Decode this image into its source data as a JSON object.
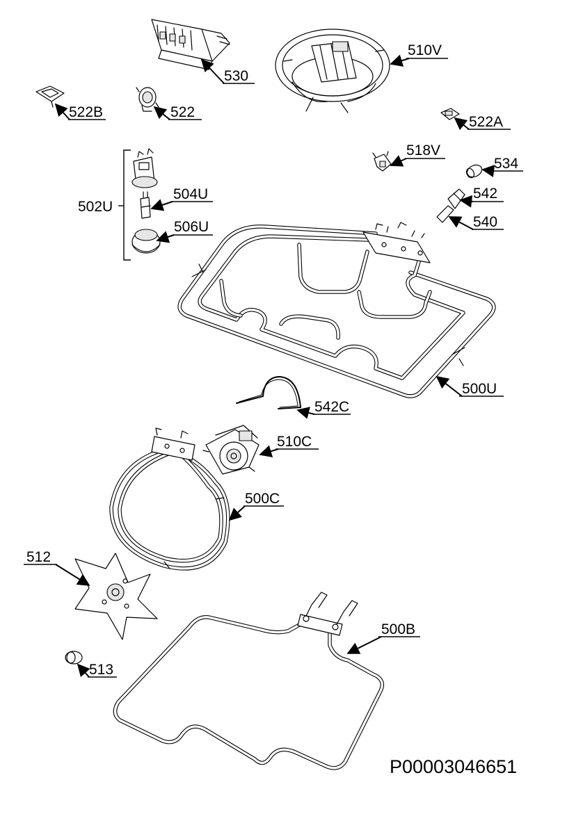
{
  "labels": {
    "l530": "530",
    "l510V": "510V",
    "l522B": "522B",
    "l522": "522",
    "l522A": "522A",
    "l518V": "518V",
    "l534": "534",
    "l542": "542",
    "l540": "540",
    "l502U": "502U",
    "l504U": "504U",
    "l506U": "506U",
    "l500U": "500U",
    "l542C": "542C",
    "l510C": "510C",
    "l500C": "500C",
    "l512": "512",
    "l500B": "500B",
    "l513": "513"
  },
  "drawing_code": "P00003046651"
}
